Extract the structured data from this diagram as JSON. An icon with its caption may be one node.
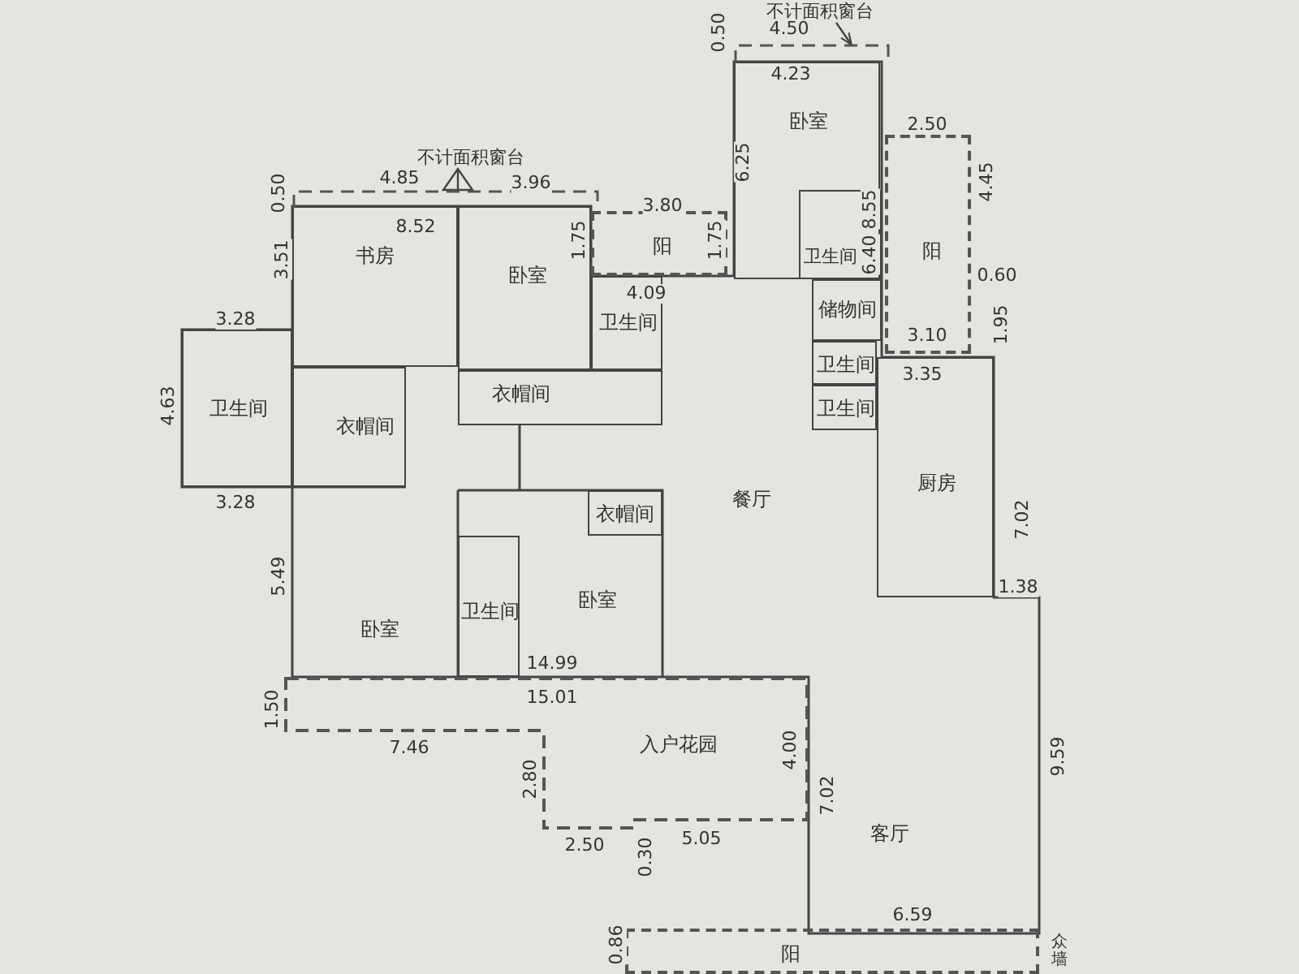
{
  "diagram": {
    "nodes": [
      {
        "text": [
          "书房"
        ]
      },
      {
        "text": [
          "卧室"
        ]
      },
      {
        "text": [
          "阳"
        ]
      },
      {
        "text": [
          "卫生间"
        ]
      },
      {
        "text": [
          "衣帽间"
        ]
      },
      {
        "text": [
          "卫生间"
        ]
      },
      {
        "text": [
          "衣帽间"
        ]
      },
      {
        "text": [
          "卧室"
        ]
      },
      {
        "text": [
          "卫生间"
        ],
        "in": 7
      },
      {
        "text": [
          "阳"
        ]
      },
      {
        "text": [
          "储物间"
        ]
      },
      {
        "text": [
          "卫生间"
        ]
      },
      {
        "text": [
          "卫生间"
        ]
      },
      {
        "text": [
          "厨房"
        ]
      },
      {
        "text": [
          "餐厅"
        ]
      },
      {
        "text": [
          "衣帽间"
        ]
      },
      {
        "text": [
          "卫生间"
        ]
      },
      {
        "text": [
          "卧室"
        ]
      },
      {
        "text": [
          "卧室"
        ]
      },
      {
        "text": [
          "入户花园"
        ]
      },
      {
        "text": [
          "客厅"
        ]
      },
      {
        "text": [
          "阳"
        ]
      },
      {
        "text": [
          "不计面积窗台"
        ]
      },
      {
        "text": [],
        "shape": "box"
      },
      {
        "text": [
          "不计面积窗台"
        ]
      },
      {
        "text": [],
        "shape": "box"
      }
    ],
    "edges": [
      {
        "from": 22,
        "to": 23,
        "arrow": "to"
      },
      {
        "from": 25,
        "to": 24,
        "arrow": "to"
      }
    ],
    "labels": [
      "4.50",
      "0.50",
      "4.23",
      "6.25",
      "2.50",
      "4.45",
      "8.55",
      "6.40",
      "0.60",
      "1.95",
      "3.10",
      "3.35",
      "4.85",
      "3.96",
      "0.50",
      "3.80",
      "8.52",
      "1.75",
      "1.75",
      "3.51",
      "4.09",
      "3.28",
      "4.63",
      "3.28",
      "7.02",
      "5.49",
      "1.38",
      "14.99",
      "15.01",
      "1.50",
      "7.46",
      "2.80",
      "4.00",
      "7.02",
      "9.59",
      "2.50",
      "0.30",
      "5.05",
      "6.59",
      "0.86",
      "众墙"
    ]
  }
}
